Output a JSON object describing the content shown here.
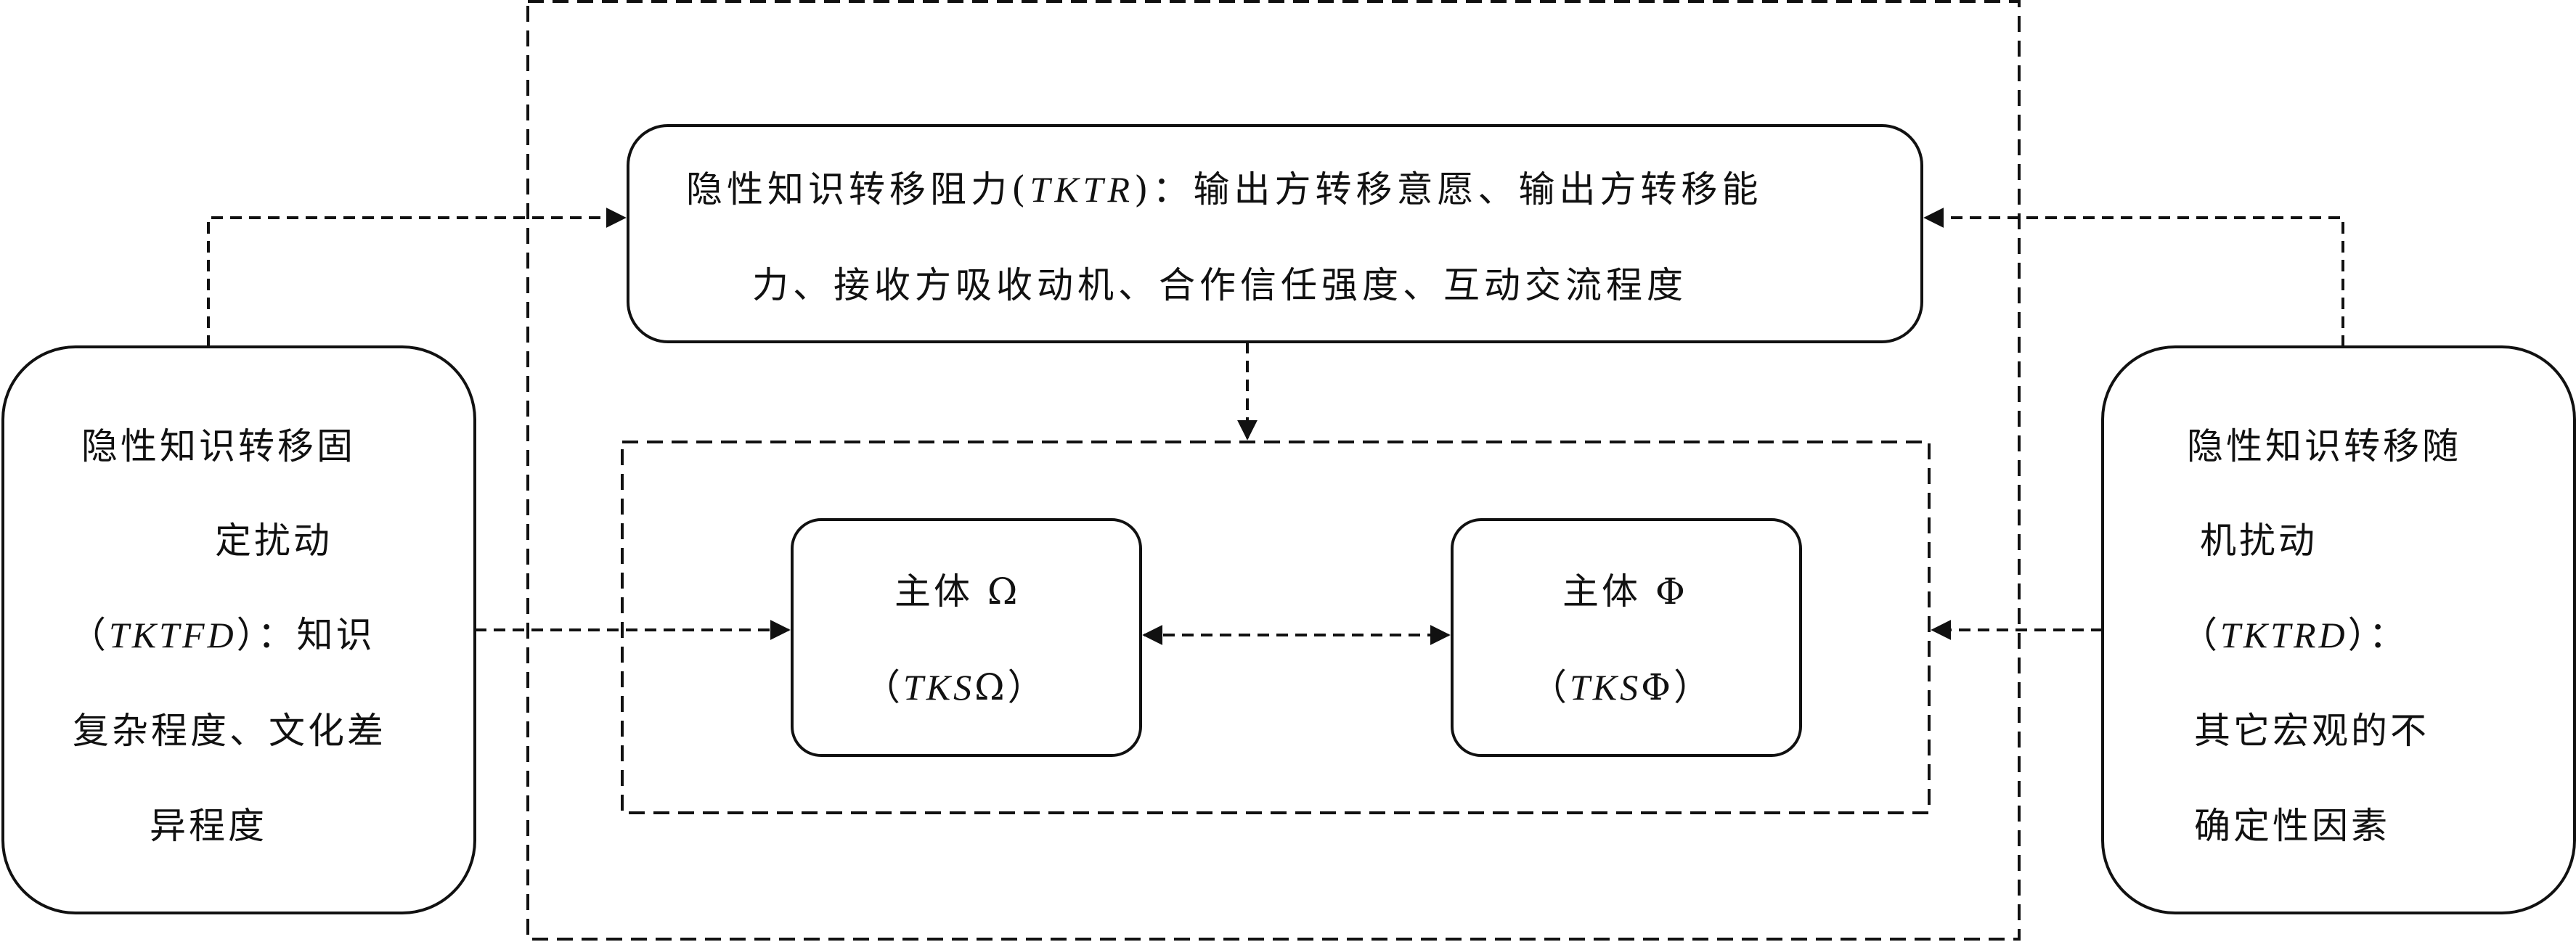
{
  "resistance": {
    "line1_prefix": "隐性知识转移阻力(",
    "code": "TKTR",
    "line1_suffix": ")：输出方转移意愿、输出方转移能",
    "line2": "力、接收方吸收动机、合作信任强度、互动交流程度"
  },
  "fixed_disturbance": {
    "line1": "隐性知识转移固",
    "line2": "定扰动",
    "line3_open": "（",
    "code": "TKTFD",
    "line3_close": "）：知识",
    "line4": "复杂程度、文化差",
    "line5": "异程度"
  },
  "random_disturbance": {
    "line1": "隐性知识转移随",
    "line2": "机扰动",
    "line3_open": "（",
    "code": "TKTRD",
    "line3_close": "）：",
    "line4": "其它宏观的不",
    "line5": "确定性因素"
  },
  "subject_omega": {
    "title": "主体 Ω",
    "code_open": "（",
    "code": "TKS",
    "symbol": "Ω",
    "code_close": "）"
  },
  "subject_phi": {
    "title": "主体 Φ",
    "code_open": "（",
    "code": "TKS",
    "symbol": "Φ",
    "code_close": "）"
  }
}
